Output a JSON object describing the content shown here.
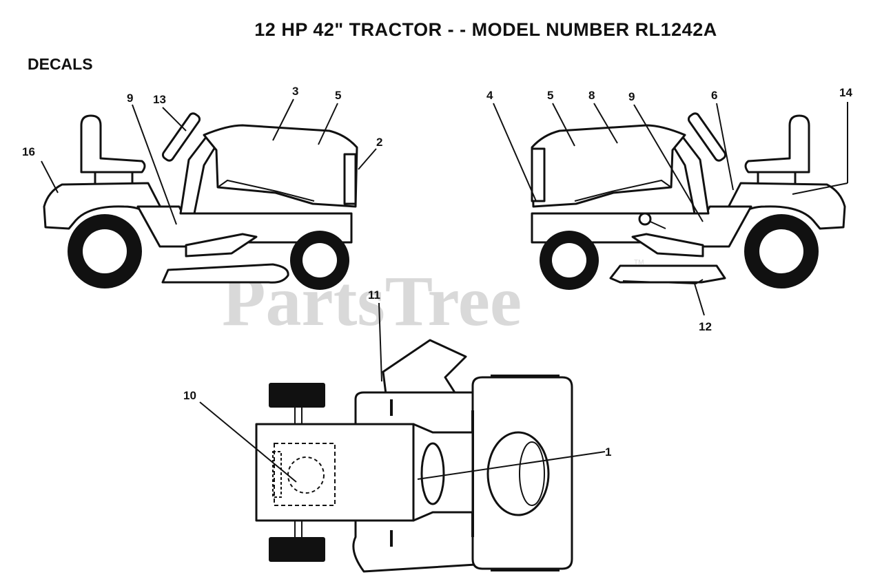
{
  "header": {
    "title": "12 HP 42\" TRACTOR - - MODEL NUMBER RL1242A",
    "section": "DECALS"
  },
  "watermark": {
    "text": "PartsTree",
    "tm": "TM"
  },
  "callouts": {
    "left_view": {
      "c16": "16",
      "c9": "9",
      "c13": "13",
      "c3": "3",
      "c5": "5",
      "c2": "2"
    },
    "right_view": {
      "c4": "4",
      "c5": "5",
      "c8": "8",
      "c9": "9",
      "c6": "6",
      "c14": "14",
      "c12": "12"
    },
    "top_view": {
      "c11": "11",
      "c10": "10",
      "c1": "1"
    }
  }
}
